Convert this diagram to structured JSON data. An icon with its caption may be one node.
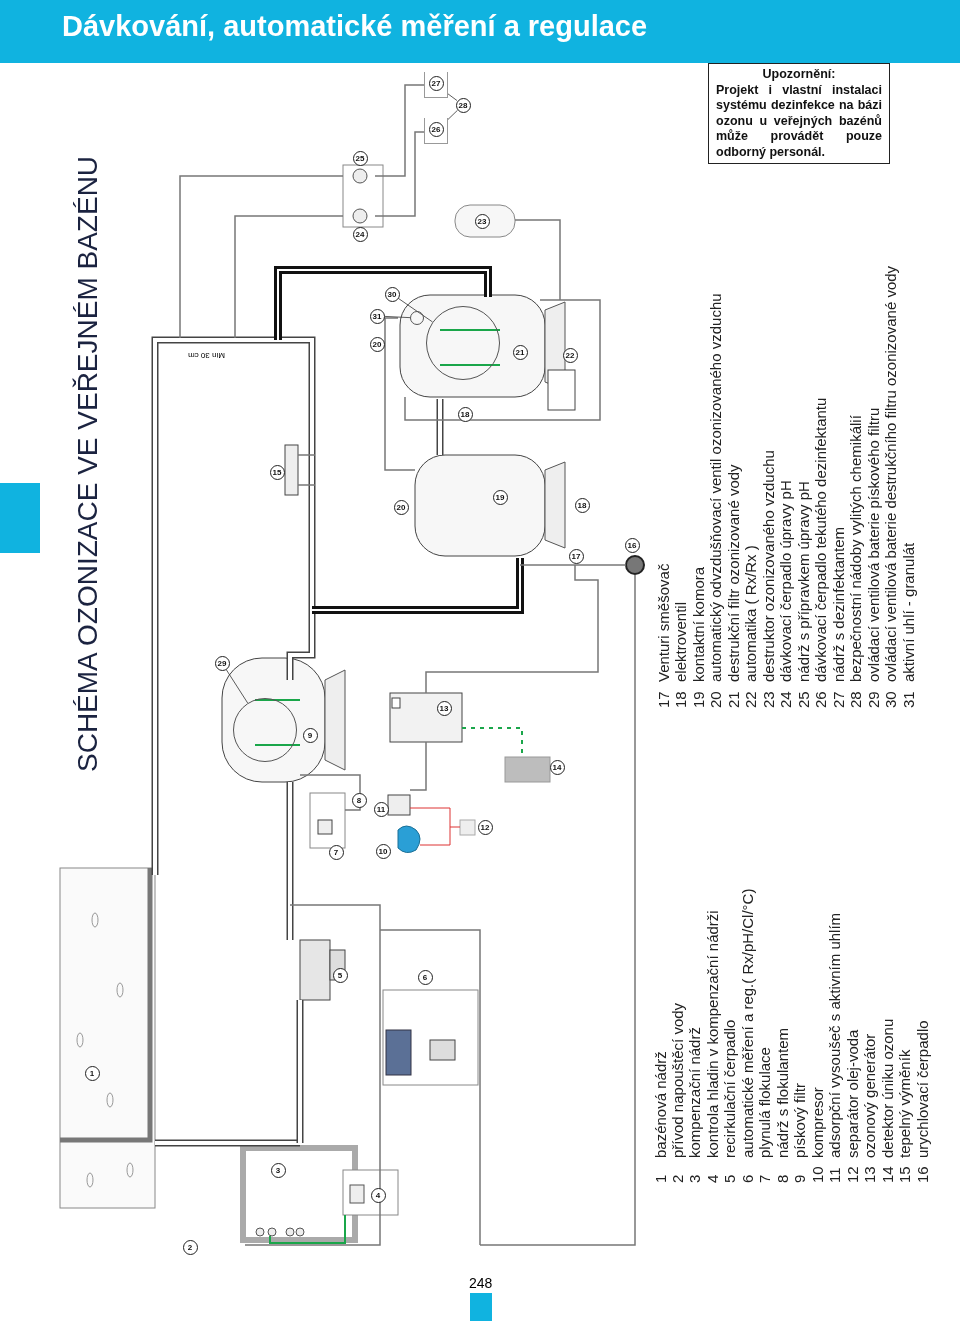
{
  "diagram": {
    "title": "SCHÉMA OZONIZACE VE VEŘEJNÉM BAZÉNU",
    "nodes": [
      {
        "text": [
          "Upozornění:",
          "Projekt i vlastní instalaci systému dezinfekce na bázi ozonu u veřejných bazénů může provádět pouze odborný personál."
        ]
      },
      {
        "text": [
          "28"
        ]
      },
      {
        "text": [
          "27"
        ]
      },
      {
        "text": [
          "26"
        ]
      },
      {
        "text": [
          "29"
        ]
      },
      {
        "text": [],
        "shape": "circle"
      },
      {
        "text": [
          "30"
        ]
      },
      {
        "text": [],
        "shape": "circle"
      },
      {
        "text": [
          "31"
        ]
      },
      {
        "text": [],
        "shape": "circle"
      },
      {
        "text": [
          "1"
        ]
      },
      {
        "text": [
          "2"
        ]
      },
      {
        "text": [
          "3"
        ]
      },
      {
        "text": [
          "4"
        ]
      },
      {
        "text": [
          "5"
        ]
      },
      {
        "text": [
          "6"
        ]
      },
      {
        "text": [
          "7"
        ]
      },
      {
        "text": [
          "8"
        ]
      },
      {
        "text": [
          "9"
        ]
      },
      {
        "text": [
          "10"
        ]
      },
      {
        "text": [
          "11"
        ]
      },
      {
        "text": [
          "12"
        ]
      },
      {
        "text": [
          "13"
        ]
      },
      {
        "text": [
          "14"
        ]
      },
      {
        "text": [
          "15"
        ]
      },
      {
        "text": [
          "16"
        ]
      },
      {
        "text": [
          "17"
        ]
      },
      {
        "text": [
          "18"
        ]
      },
      {
        "text": [
          "18"
        ]
      },
      {
        "text": [
          "19"
        ]
      },
      {
        "text": [
          "20"
        ]
      },
      {
        "text": [
          "20"
        ]
      },
      {
        "text": [
          "21"
        ]
      },
      {
        "text": [
          "22"
        ]
      },
      {
        "text": [
          "23"
        ]
      },
      {
        "text": [
          "24"
        ]
      },
      {
        "text": [
          "25"
        ]
      }
    ],
    "edges": [
      {
        "from": 1,
        "to": 2,
        "arrow": "none"
      },
      {
        "from": 1,
        "to": 3,
        "arrow": "none"
      },
      {
        "from": 4,
        "to": 5,
        "arrow": "none"
      },
      {
        "from": 6,
        "to": 7,
        "arrow": "none"
      },
      {
        "from": 8,
        "to": 9,
        "arrow": "none"
      }
    ],
    "labels": [
      "Dávkování, automatické měření a regulace",
      "Min 30 cm",
      "1",
      "bazénová nádrž",
      "2",
      "přívod napouštěcí vody",
      "3",
      "kompenzační nádrž",
      "4",
      "kontrola hladin v kompenzační nádrži",
      "5",
      "recirkulační čerpadlo",
      "6",
      "automatické měření a reg.( Rx/pH/Cl/°C)",
      "7",
      "plynulá flokulace",
      "8",
      "nádrž s flokulantem",
      "9",
      "pískový filtr",
      "10",
      "kompresor",
      "11",
      "adsorpční vysoušeč s aktivním uhlím",
      "12",
      "separátor olej-voda",
      "13",
      "ozonový generátor",
      "14",
      "detektor úniku ozonu",
      "15",
      "tepelný výměník",
      "16",
      "urychlovací čerpadlo",
      "17",
      "Venturi směšovač",
      "18",
      "elektroventil",
      "19",
      "kontaktní komora",
      "20",
      "automatický odvzdušňovací ventil ozonizovaného vzduchu",
      "21",
      "destrukční filtr ozonizované vody",
      "22",
      "automatika ( Rx/Rx )",
      "23",
      "destruktor ozonizovaného vzduchu",
      "24",
      "dávkovací čerpadlo úpravy pH",
      "25",
      "nádrž s přípravkem úpravy pH",
      "26",
      "dávkovací čerpadlo tekutého dezinfektantu",
      "27",
      "nádrž s dezinfektantem",
      "28",
      "bezpečnostní nádoby vylitých chemikálií",
      "29",
      "ovládací ventilová baterie pískového filtru",
      "30",
      "ovládací ventilová baterie destrukčního filtru ozonizované vody",
      "31",
      "aktivní uhlí - granulát",
      "248"
    ]
  }
}
